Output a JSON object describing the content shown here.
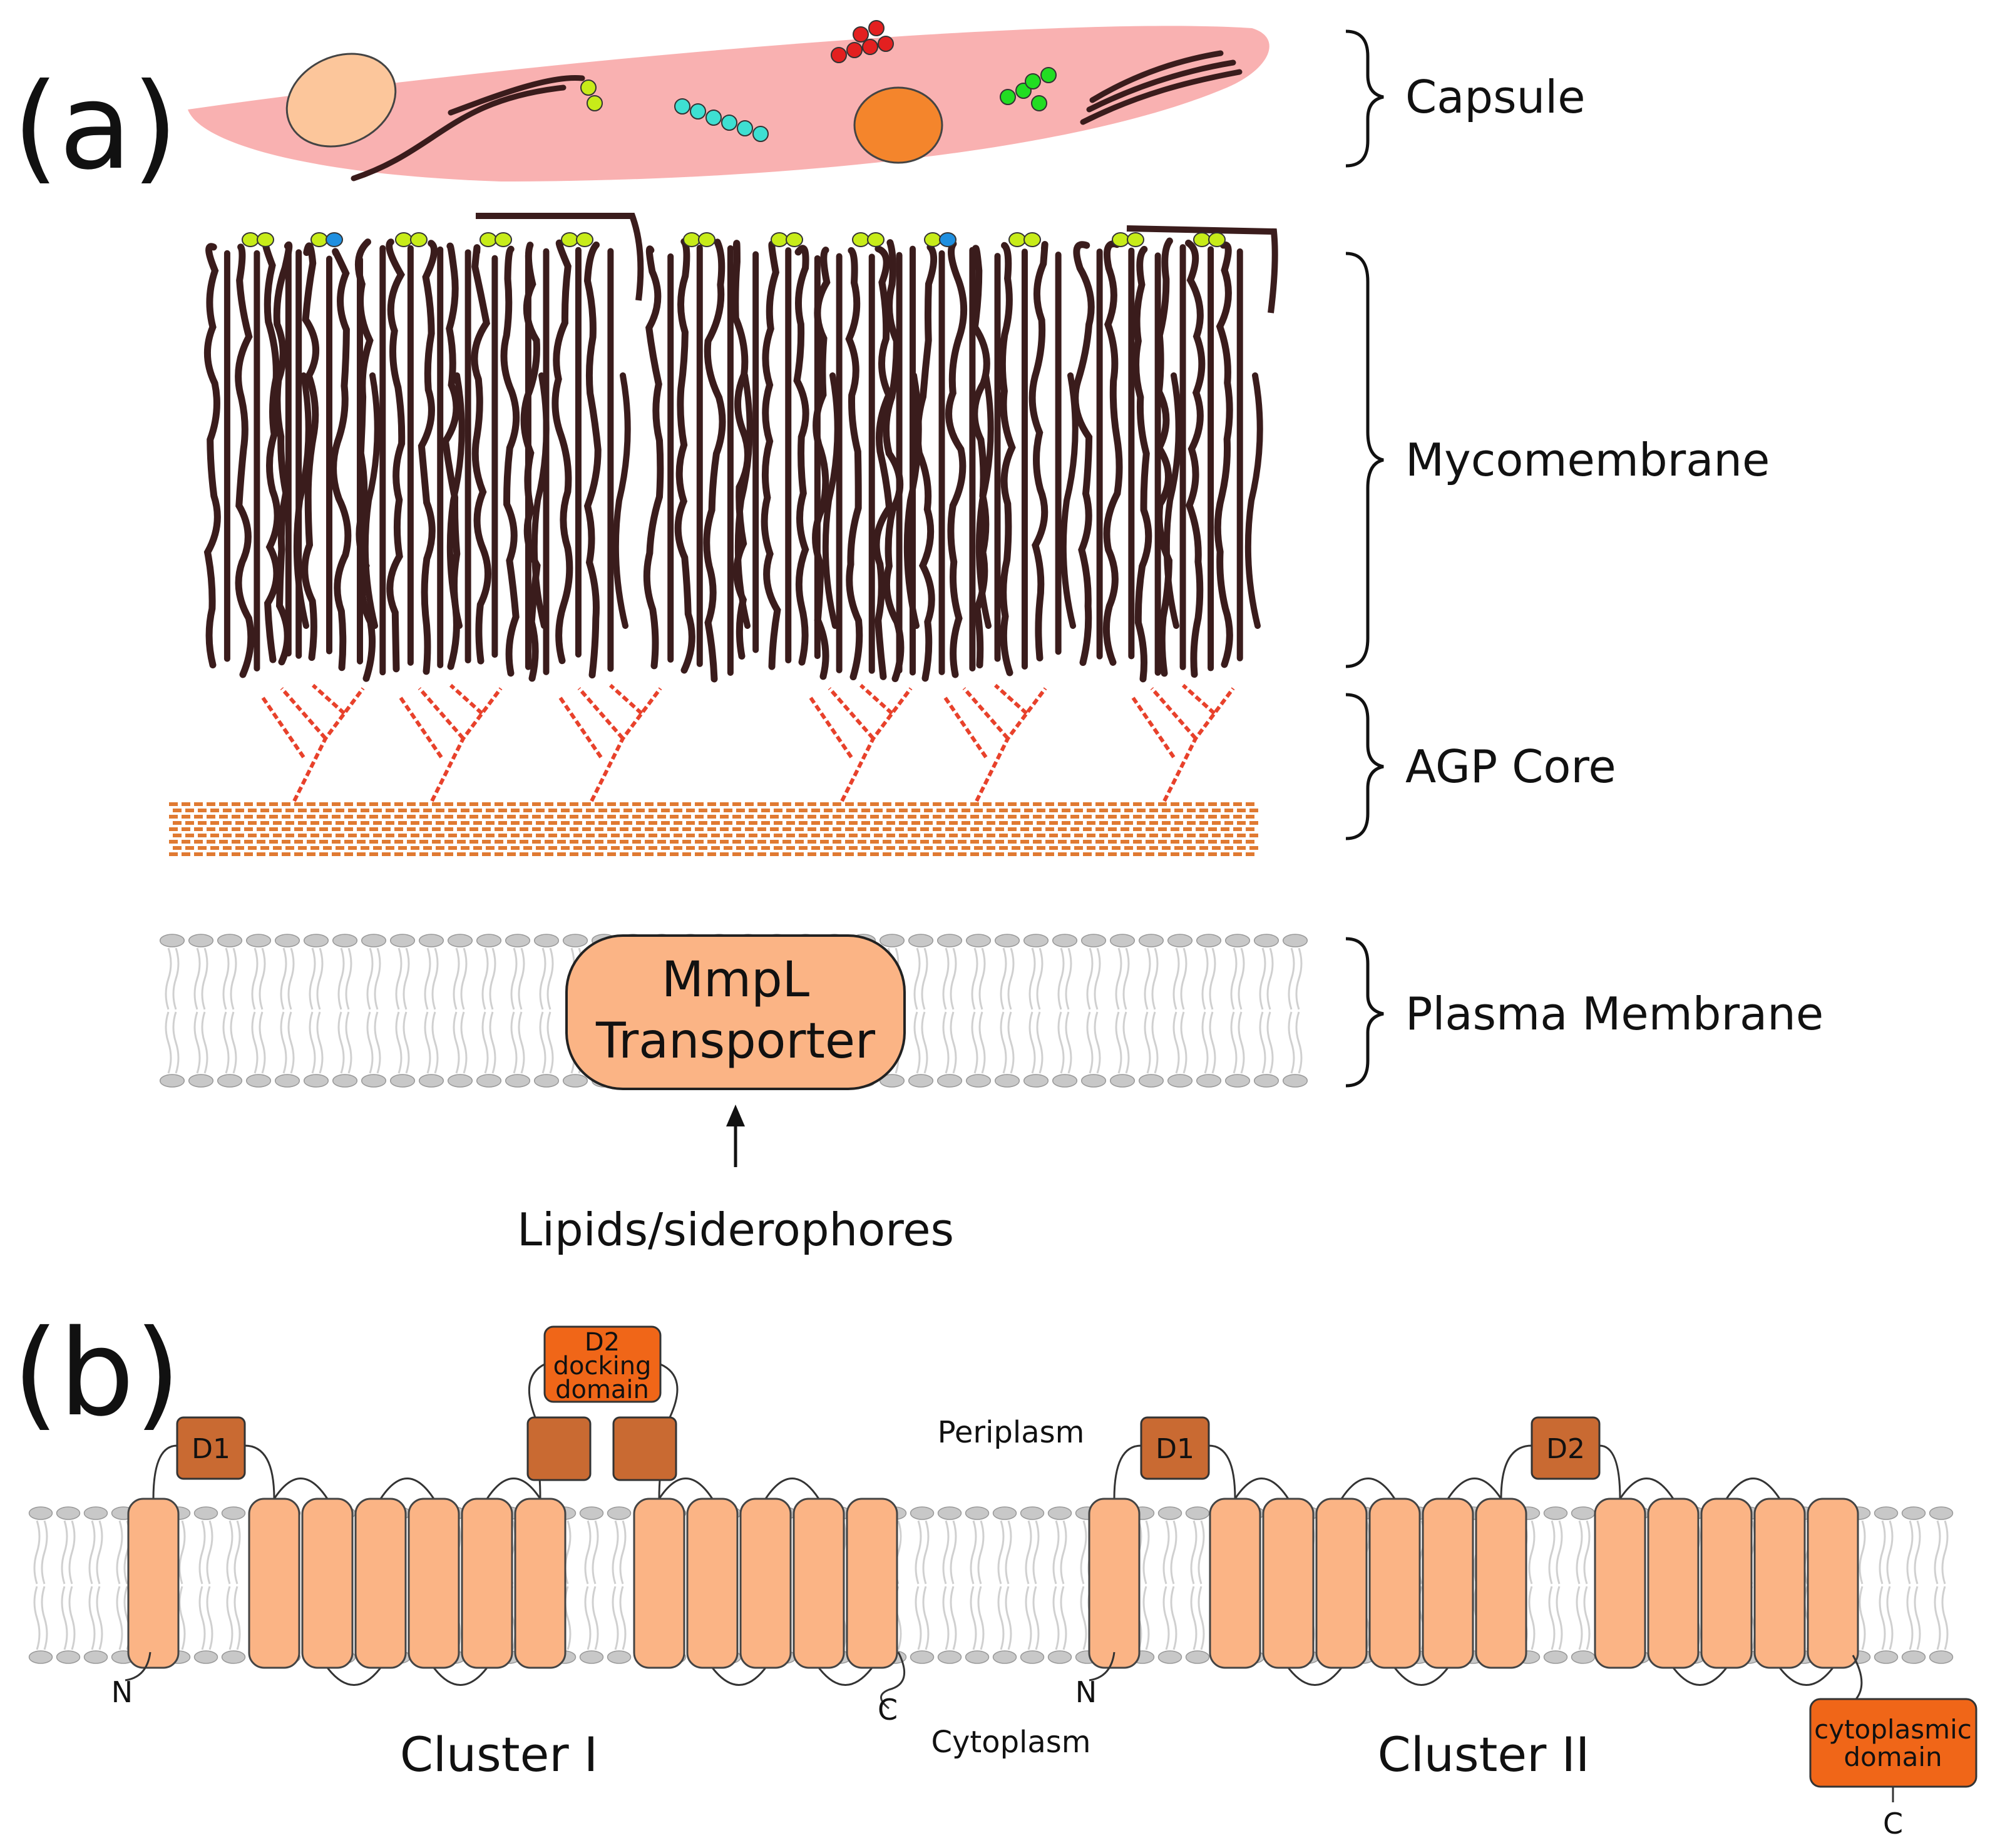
{
  "panel_a": {
    "label": "(a)",
    "layers": {
      "capsule": "Capsule",
      "mycomembrane": "Mycomembrane",
      "agp_core": "AGP Core",
      "plasma_membrane": "Plasma Membrane"
    },
    "transporter": {
      "line1": "MmpL",
      "line2": "Transporter"
    },
    "input_label": "Lipids/siderophores"
  },
  "panel_b": {
    "label": "(b)",
    "periplasm": "Periplasm",
    "cytoplasm": "Cytoplasm",
    "cluster1": {
      "name": "Cluster I",
      "n_terminus": "N",
      "c_terminus": "C",
      "domain_d1": "D1",
      "docking_domain": [
        "D2",
        "docking",
        "domain"
      ]
    },
    "cluster2": {
      "name": "Cluster II",
      "n_terminus": "N",
      "c_terminus": "C",
      "domain_d1": "D1",
      "domain_d2": "D2",
      "cytoplasmic_domain": [
        "cytoplasmic",
        "domain"
      ]
    }
  },
  "colors": {
    "capsule": "#f9b1b1",
    "lipid_chain": "#3a1c1c",
    "agp_branch": "#e8412b",
    "peptidoglycan": "#e07a32",
    "protein": "#fbb485",
    "protein_stroke": "#444444",
    "periplasmic_domain": "#c96a32",
    "highlight_domain": "#f06618",
    "bilayer_head": "#c8c8c8"
  }
}
